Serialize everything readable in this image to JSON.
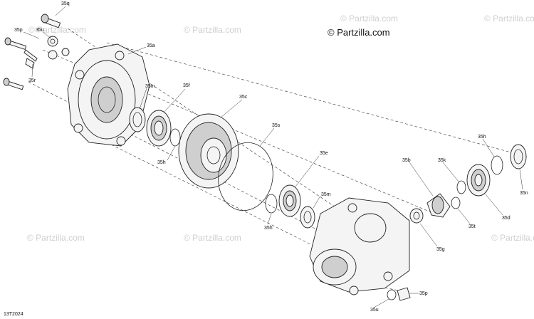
{
  "copyright": "© Partzilla.com",
  "watermark_text": "© Partzilla.com",
  "diagram_code": "13T2024",
  "callouts": {
    "c35q": "35q",
    "c35p_top": "35p",
    "c35u_top": "35u",
    "c35r": "35r",
    "c35a": "35a",
    "c35m_top": "35m",
    "c35f": "35f",
    "c35c": "35c",
    "c35h_left": "35h",
    "c35s": "35s",
    "c35e": "35e",
    "c35m_mid": "35m",
    "c35h_mid": "35h",
    "c35b": "35b",
    "c35k": "35k",
    "c35h_right": "35h",
    "c35n": "35n",
    "c35d": "35d",
    "c35t": "35t",
    "c35g": "35g",
    "c35u_bottom": "35u",
    "c35p_bottom": "35p"
  }
}
